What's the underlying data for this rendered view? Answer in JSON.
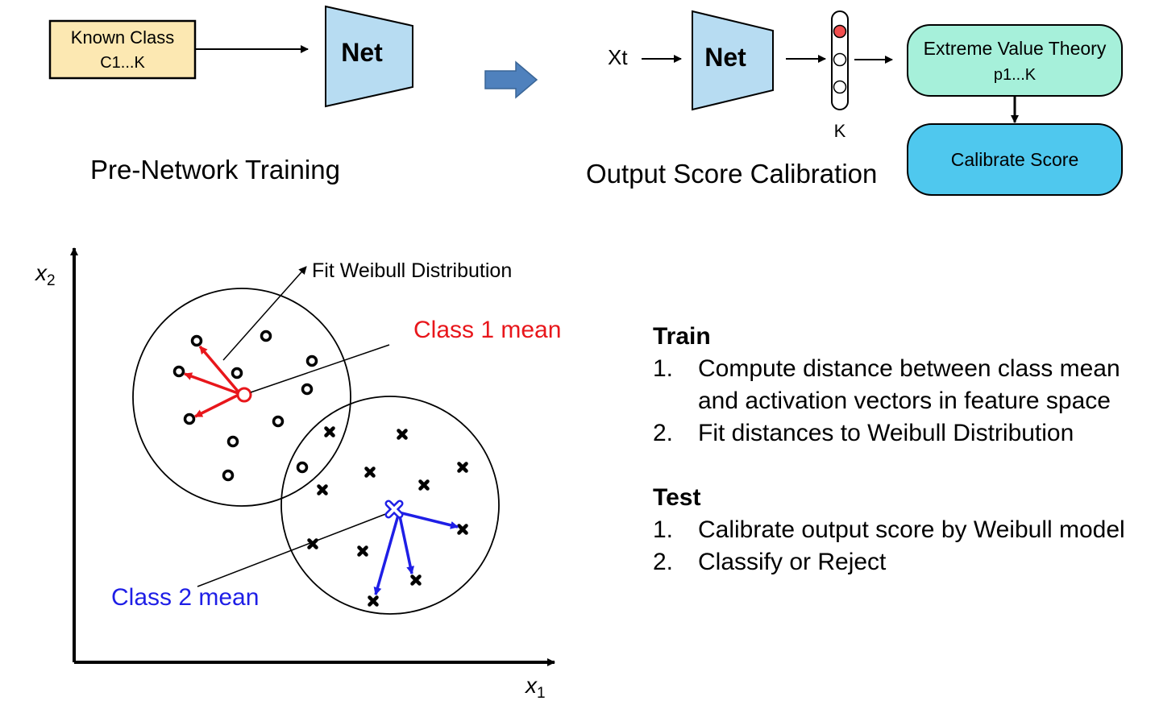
{
  "top": {
    "known_class_line1": "Known Class",
    "known_class_line2": "C1...K",
    "net_label": "Net",
    "pre_training_caption": "Pre-Network Training",
    "input_label": "Xt",
    "output_vector_label": "K",
    "evt_line1": "Extreme Value Theory",
    "evt_line2": "p1...K",
    "calibrate_label": "Calibrate Score",
    "calibration_caption": "Output Score Calibration",
    "colors": {
      "known_class_fill": "#FCE8B2",
      "net_fill": "#B7DCF2",
      "evt_fill": "#A6F0DA",
      "calibrate_fill": "#4FC8EE",
      "transition_arrow": "#4F81BD",
      "active_node": "#F24F4F"
    }
  },
  "plot": {
    "x_axis_label": "x",
    "x_axis_sub": "1",
    "y_axis_label": "x",
    "y_axis_sub": "2",
    "fit_label": "Fit Weibull Distribution",
    "class1_label": "Class 1 mean",
    "class2_label": "Class 2 mean",
    "class1_color": "#E8161B",
    "class2_color": "#1E1EE6"
  },
  "notes": {
    "train_title": "Train",
    "train_items": [
      {
        "num": "1.",
        "text": "Compute distance between class mean and activation vectors in feature space"
      },
      {
        "num": "2.",
        "text": "Fit distances to Weibull Distribution"
      }
    ],
    "test_title": "Test",
    "test_items": [
      {
        "num": "1.",
        "text": "Calibrate output score by Weibull model"
      },
      {
        "num": "2.",
        "text": "Classify or Reject"
      }
    ]
  }
}
